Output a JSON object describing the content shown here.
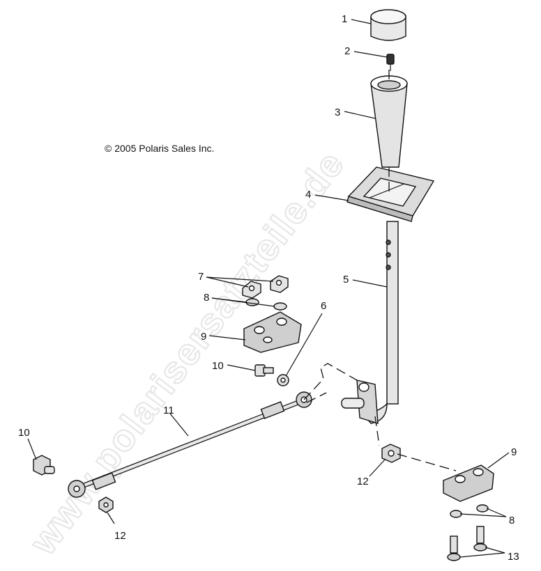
{
  "copyright": "© 2005 Polaris Sales Inc.",
  "watermark": "www.polarisersatzteile.de",
  "callouts": {
    "c1": "1",
    "c2": "2",
    "c3": "3",
    "c4": "4",
    "c5": "5",
    "c6": "6",
    "c7": "7",
    "c8a": "8",
    "c8b": "8",
    "c9a": "9",
    "c9b": "9",
    "c10a": "10",
    "c10b": "10",
    "c11": "11",
    "c12a": "12",
    "c12b": "12",
    "c13": "13"
  }
}
